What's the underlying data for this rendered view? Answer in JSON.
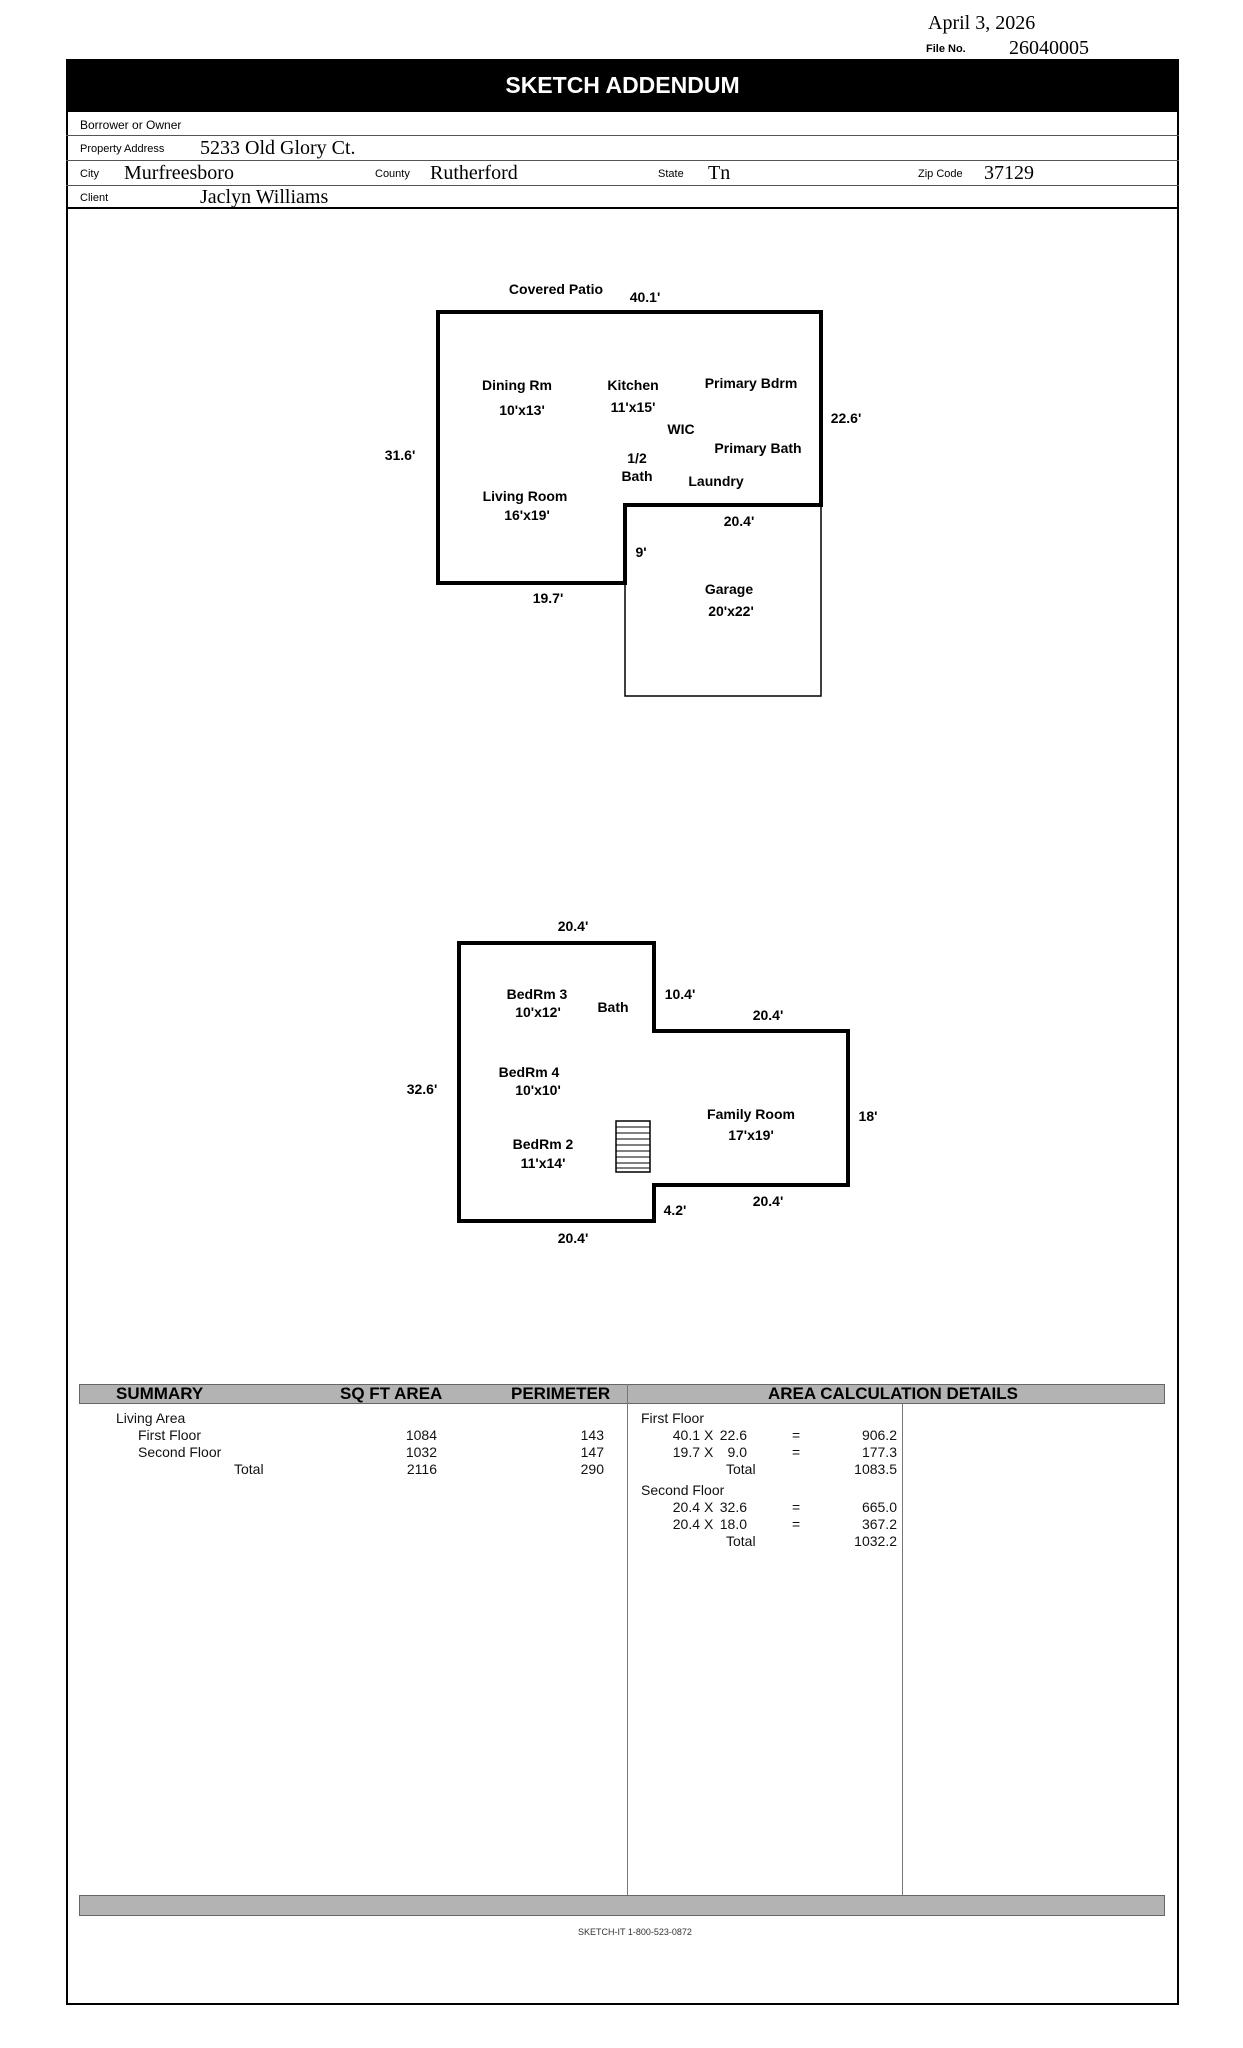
{
  "header": {
    "date": "April 3, 2026",
    "file_no_label": "File No.",
    "file_no": "26040005",
    "title": "SKETCH ADDENDUM"
  },
  "form": {
    "borrower_label": "Borrower or Owner",
    "address_label": "Property Address",
    "address": "5233 Old Glory Ct.",
    "city_label": "City",
    "city": "Murfreesboro",
    "county_label": "County",
    "county": "Rutherford",
    "state_label": "State",
    "state": "Tn",
    "zip_label": "Zip Code",
    "zip": "37129",
    "client_label": "Client",
    "client": "Jaclyn Williams"
  },
  "first_floor": {
    "covered_patio": "Covered Patio",
    "top": "40.1'",
    "right": "22.6'",
    "left": "31.6'",
    "dining": "Dining Rm",
    "dining_size": "10'x13'",
    "kitchen": "Kitchen",
    "kitchen_size": "11'x15'",
    "primary_bdrm": "Primary Bdrm",
    "wic": "WIC",
    "primary_bath": "Primary Bath",
    "half": "1/2",
    "half_bath": "Bath",
    "laundry": "Laundry",
    "living": "Living Room",
    "living_size": "16'x19'",
    "garage_top": "20.4'",
    "step": "9'",
    "bottom": "19.7'",
    "garage": "Garage",
    "garage_size": "20'x22'"
  },
  "second_floor": {
    "top": "20.4'",
    "bedrm3": "BedRm 3",
    "bedrm3_size": "10'x12'",
    "bath": "Bath",
    "step1": "10.4'",
    "mid_top": "20.4'",
    "left": "32.6'",
    "bedrm4": "BedRm 4",
    "bedrm4_size": "10'x10'",
    "family": "Family Room",
    "family_size": "17'x19'",
    "right": "18'",
    "bedrm2": "BedRm 2",
    "bedrm2_size": "11'x14'",
    "mid_bottom": "20.4'",
    "step2": "4.2'",
    "bottom": "20.4'"
  },
  "summary": {
    "headers": {
      "summary": "SUMMARY",
      "area": "SQ FT AREA",
      "perimeter": "PERIMETER",
      "details": "AREA CALCULATION DETAILS"
    },
    "living_area": "Living Area",
    "rows": [
      {
        "label": "First Floor",
        "area": "1084",
        "perimeter": "143"
      },
      {
        "label": "Second Floor",
        "area": "1032",
        "perimeter": "147"
      },
      {
        "label": "Total",
        "area": "2116",
        "perimeter": "290"
      }
    ]
  },
  "details": [
    {
      "floor": "First Floor",
      "rows": [
        {
          "a": "40.1",
          "x": "X",
          "b": "22.6",
          "eq": "=",
          "v": "906.2"
        },
        {
          "a": "19.7",
          "x": "X",
          "b": "9.0",
          "eq": "=",
          "v": "177.3"
        }
      ],
      "total_label": "Total",
      "total": "1083.5"
    },
    {
      "floor": "Second Floor",
      "rows": [
        {
          "a": "20.4",
          "x": "X",
          "b": "32.6",
          "eq": "=",
          "v": "665.0"
        },
        {
          "a": "20.4",
          "x": "X",
          "b": "18.0",
          "eq": "=",
          "v": "367.2"
        }
      ],
      "total_label": "Total",
      "total": "1032.2"
    }
  ],
  "footer": "SKETCH-IT 1-800-523-0872"
}
